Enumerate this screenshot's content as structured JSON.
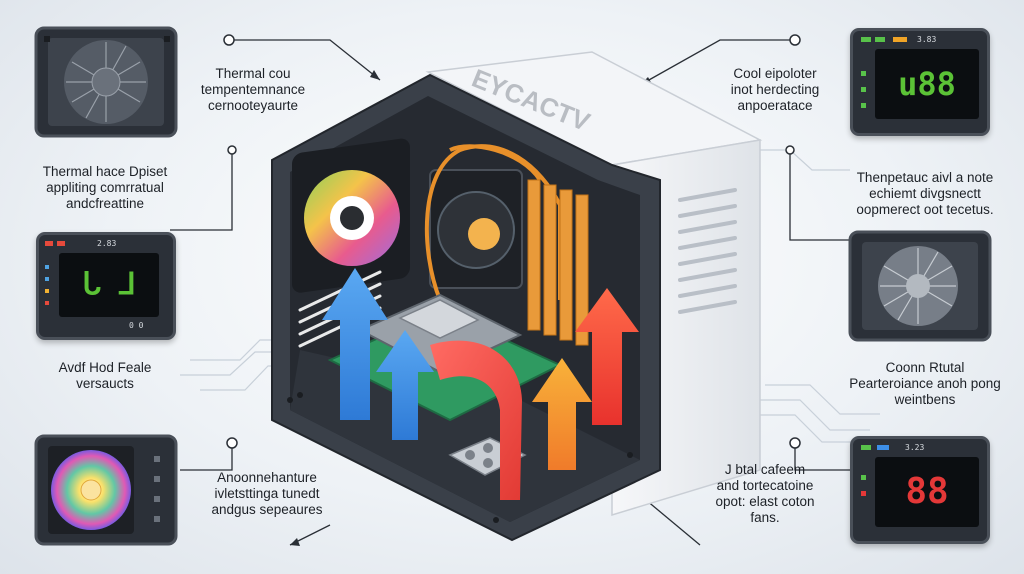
{
  "case_label": "EYCACTV",
  "captions": {
    "top_left": [
      "Thermal cou",
      "tempentemnance",
      "cernooteyaurte"
    ],
    "mid_left": [
      "Thermal hace Dpiset",
      "appliting comrratual",
      "andcfreattine"
    ],
    "low_left": [
      "Avdf Hod Feale",
      "versaucts"
    ],
    "bottom_left": [
      "Anoonnehanture",
      "ivletsttinga tunedt",
      "andgus sepeaures"
    ],
    "top_right": [
      "Cool eipoloter",
      "inot herdecting",
      "anpoeratace"
    ],
    "mid_right": [
      "Thenpetauc aivl a note",
      "echiemt divgsnectt",
      "oopmerect oot tecetus."
    ],
    "low_right": [
      "Coonn Rtutal",
      "Pearteroiance anoh pong",
      "weintbens"
    ],
    "bottom_right": [
      "J btal cafeem",
      "and tortecatoine",
      "opot: elast coton",
      "fans."
    ]
  },
  "displays": {
    "left_monitor": {
      "readout": "ᒐ ⅃",
      "top": "2.83",
      "sub": "0 0"
    },
    "top_right_monitor": {
      "readout": "u88",
      "top": "3.83"
    },
    "bottom_right_monitor": {
      "readout": "88",
      "top": "3.23"
    }
  },
  "colors": {
    "arrow_blue": "#3f8ee8",
    "arrow_red": "#ef4a3f",
    "arrow_orange": "#f59a2b",
    "arrow_yellow": "#f7c531",
    "heatpipe_orange": "#e8902a",
    "screen_green": "#5bc236",
    "screen_red": "#e43838"
  }
}
